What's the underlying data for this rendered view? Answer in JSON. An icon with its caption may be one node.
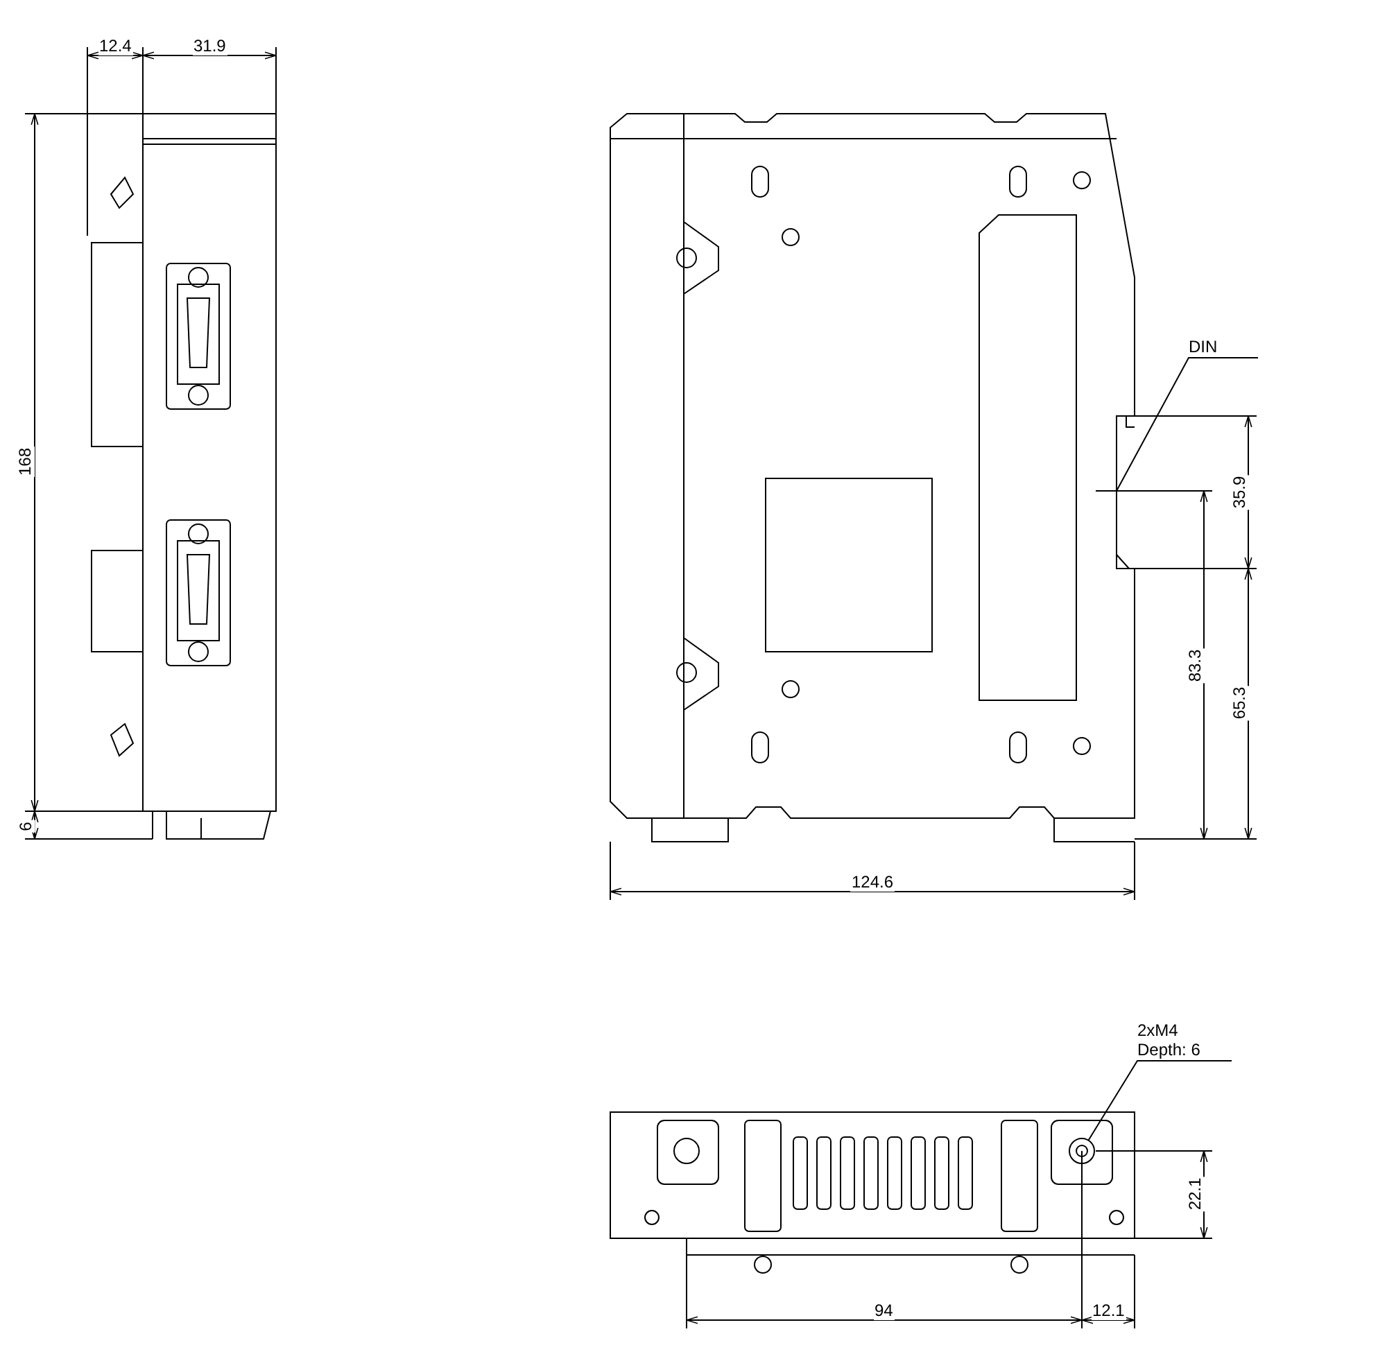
{
  "diagram": {
    "nodes": [
      {
        "text": [
          "DIN"
        ]
      },
      {
        "text": [
          "2xM4 Depth: 6"
        ]
      },
      {
        "text": [],
        "shape": "circle"
      }
    ],
    "edges": [
      {
        "from": 0,
        "to": null,
        "arrow": "none"
      },
      {
        "from": 1,
        "to": 2,
        "arrow": "none"
      }
    ],
    "labels": [
      "12.4",
      "31.9",
      "168",
      "6",
      "35.9",
      "83.3",
      "65.3",
      "124.6",
      "22.1",
      "94",
      "12.1"
    ]
  }
}
